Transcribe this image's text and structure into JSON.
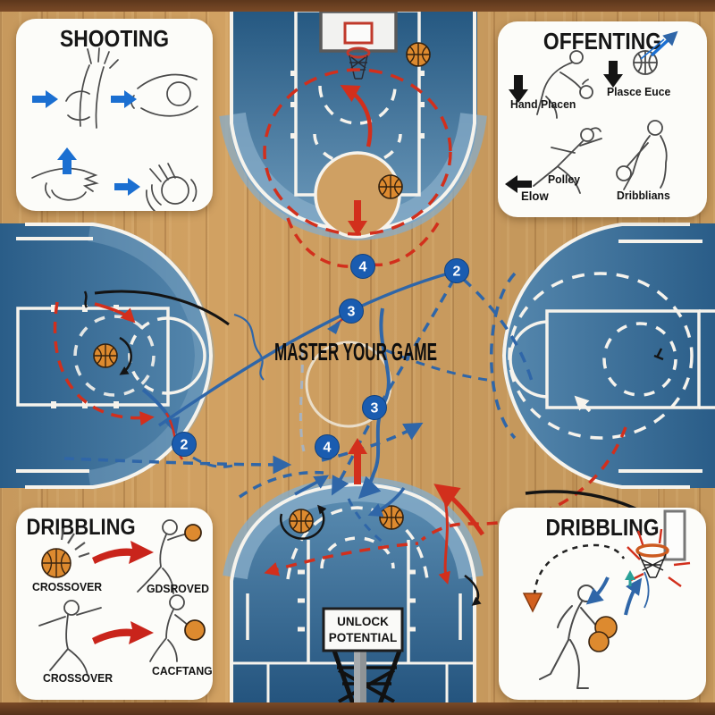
{
  "title": {
    "center": "MASTER YOUR GAME"
  },
  "sign": {
    "line1": "UNLOCK",
    "line2": "POTENTIAL"
  },
  "markers": [
    {
      "n": "4"
    },
    {
      "n": "2"
    },
    {
      "n": "3"
    },
    {
      "n": "3"
    },
    {
      "n": "4"
    },
    {
      "n": "2"
    }
  ],
  "panels": {
    "shooting": {
      "title": "SHOOTING"
    },
    "offense": {
      "title": "OFFENTING",
      "labels": {
        "hand_placement": "Hand Placen",
        "pass_force": "Plasce Euce",
        "elbow": "Elow",
        "volley": "Polley",
        "dribbling": "Dribblians"
      }
    },
    "dribbling_left": {
      "title": "DRIBBLING",
      "labels": {
        "crossover_1": "CROSSOVER",
        "improved": "GDSROVED",
        "crossover_2": "CROSSOVER",
        "catching": "CACFTANG"
      }
    },
    "dribbling_right": {
      "title": "DRIBBLING"
    }
  },
  "colors": {
    "wood": "#d1a162",
    "wood_dark": "#6b4021",
    "court_blue": "#2e6391",
    "court_blue_light": "#87acc8",
    "line_white": "#f6f3ec",
    "accent_red": "#d22f1c",
    "accent_blue": "#2f66a8",
    "marker_blue": "#1a5cb0",
    "panel_bg": "#fcfcf9",
    "ball_orange": "#dd8a2f"
  }
}
